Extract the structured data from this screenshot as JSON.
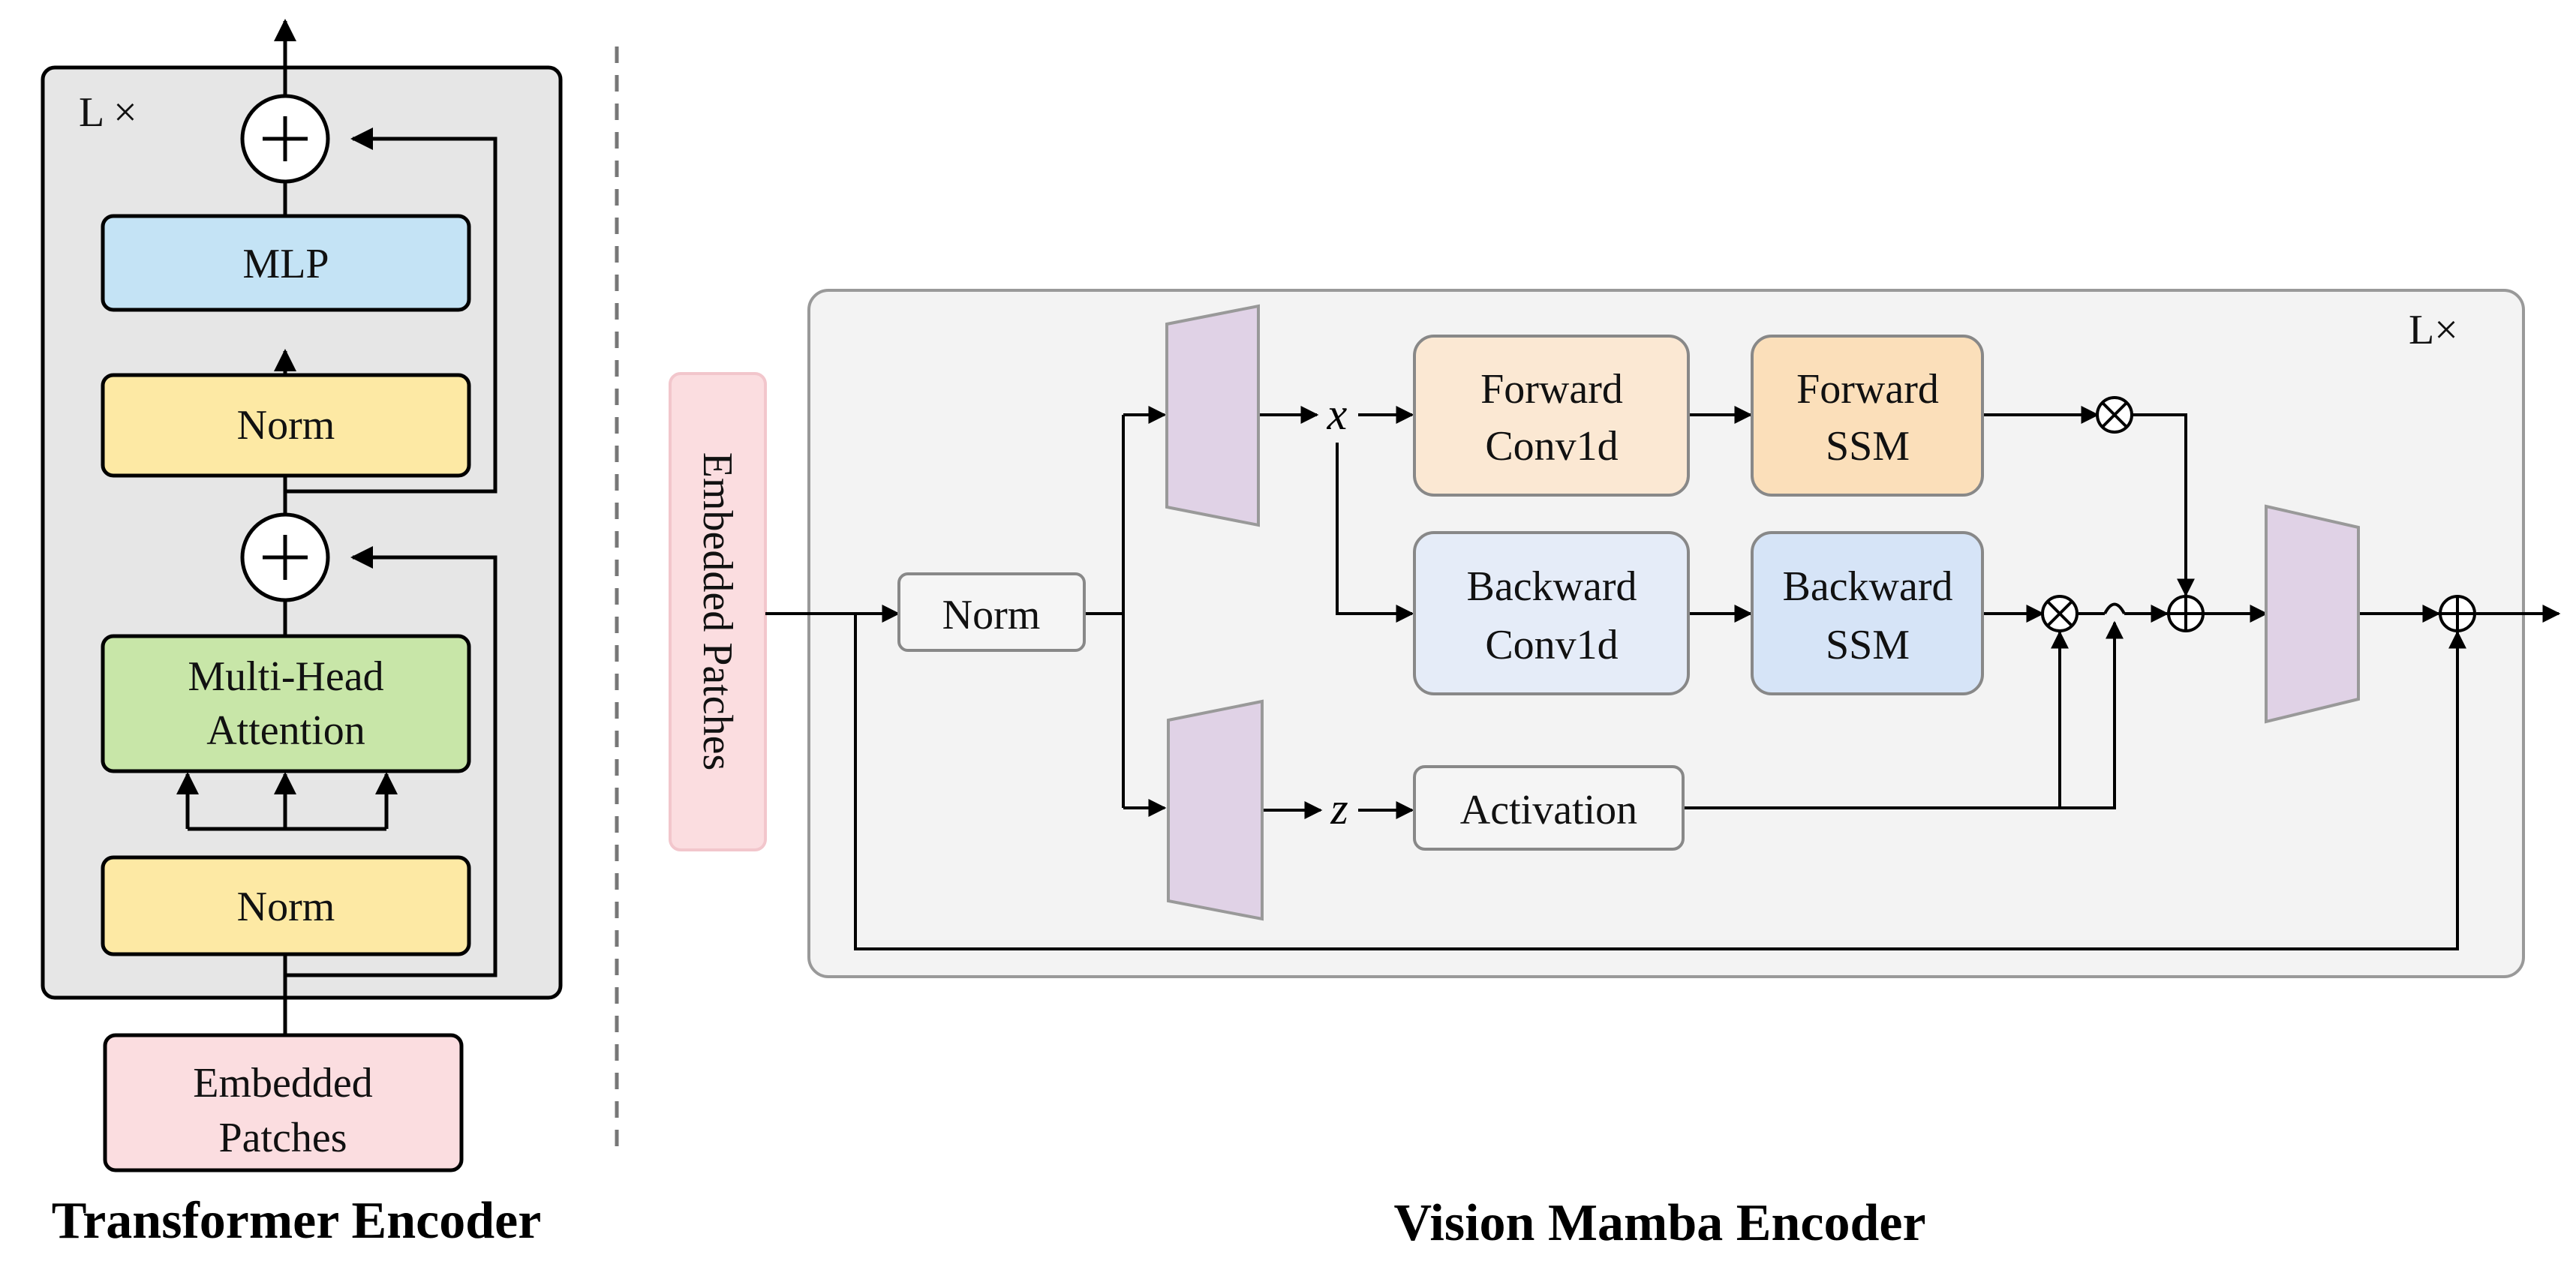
{
  "transformer": {
    "repeat_label": "L ×",
    "mlp": "MLP",
    "norm_top": "Norm",
    "attention_line1": "Multi-Head",
    "attention_line2": "Attention",
    "norm_bottom": "Norm",
    "input_line1": "Embedded",
    "input_line2": "Patches",
    "caption": "Transformer Encoder"
  },
  "mamba": {
    "repeat_label": "L×",
    "input_label": "Embedded Patches",
    "norm": "Norm",
    "x_var": "x",
    "z_var": "z",
    "forward_conv_line1": "Forward",
    "forward_conv_line2": "Conv1d",
    "forward_ssm_line1": "Forward",
    "forward_ssm_line2": "SSM",
    "backward_conv_line1": "Backward",
    "backward_conv_line2": "Conv1d",
    "backward_ssm_line1": "Backward",
    "backward_ssm_line2": "SSM",
    "activation": "Activation",
    "caption": "Vision Mamba Encoder"
  },
  "colors": {
    "block_bg_left": "#e6e6e6",
    "block_bg_right": "#f3f3f3",
    "mlp": "#c4e3f5",
    "norm": "#fde9a4",
    "attention": "#c8e6a8",
    "embedded": "#fbdde0",
    "forward_conv": "#fbe8d3",
    "forward_ssm": "#fbdfba",
    "backward_conv": "#e5ecf8",
    "backward_ssm": "#d6e4f7",
    "projection": "#e0d2e6",
    "neutral_box": "#f5f5f5"
  }
}
